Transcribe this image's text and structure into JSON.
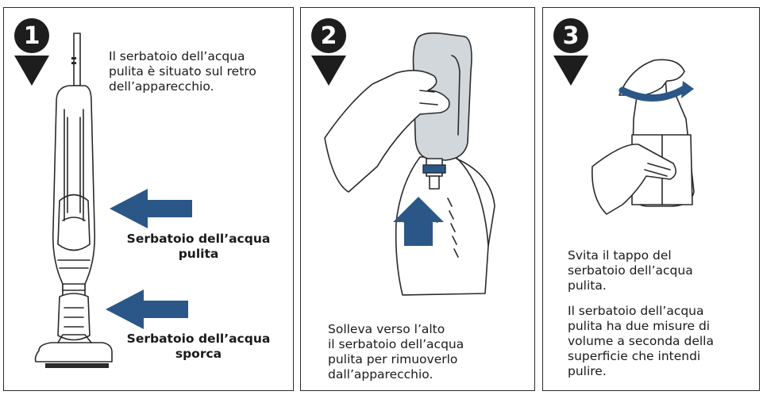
{
  "steps": [
    {
      "number": "1",
      "text": "Il serbatoio dell’acqua\npulita è situato sul retro\ndell’apparecchio.",
      "labels": {
        "clean_tank": "Serbatoio dell’acqua\npulita",
        "dirty_tank": "Serbatoio dell’acqua\nsporca"
      }
    },
    {
      "number": "2",
      "text": "Solleva verso l’alto\nil serbatoio dell’acqua\npulita per rimuoverlo\ndall’apparecchio."
    },
    {
      "number": "3",
      "text1": "Svita il tappo del\nserbatoio dell’acqua\npulita.",
      "text2": "Il serbatoio dell’acqua\npulita ha due misure di\nvolume a seconda della\nsuperficie che intendi\npulire."
    }
  ],
  "colors": {
    "arrow_blue": "#2a5787",
    "badge_dark": "#1d1d1d",
    "tank_gray": "#d2d7db"
  },
  "icons": [
    "arrow-left-icon",
    "arrow-up-icon",
    "rotate-arrow-icon",
    "chevron-down-icon"
  ]
}
